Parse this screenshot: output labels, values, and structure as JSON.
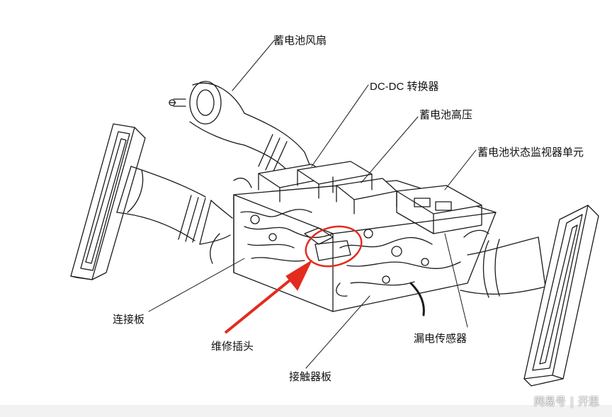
{
  "labels": {
    "battery_fan": "蓄电池风扇",
    "dcdc_converter": "DC-DC 转换器",
    "battery_high_voltage": "蓄电池高压",
    "battery_monitor_unit": "蓄电池状态监视器单元",
    "connection_board": "连接板",
    "service_plug": "维修插头",
    "contactor_board": "接触器板",
    "leakage_sensor": "漏电传感器"
  },
  "watermark": {
    "brand": "网易号",
    "author": "开思"
  },
  "colors": {
    "line": "#1a1a1a",
    "highlight": "#e32b1e",
    "footer": "#f2f2f2"
  }
}
